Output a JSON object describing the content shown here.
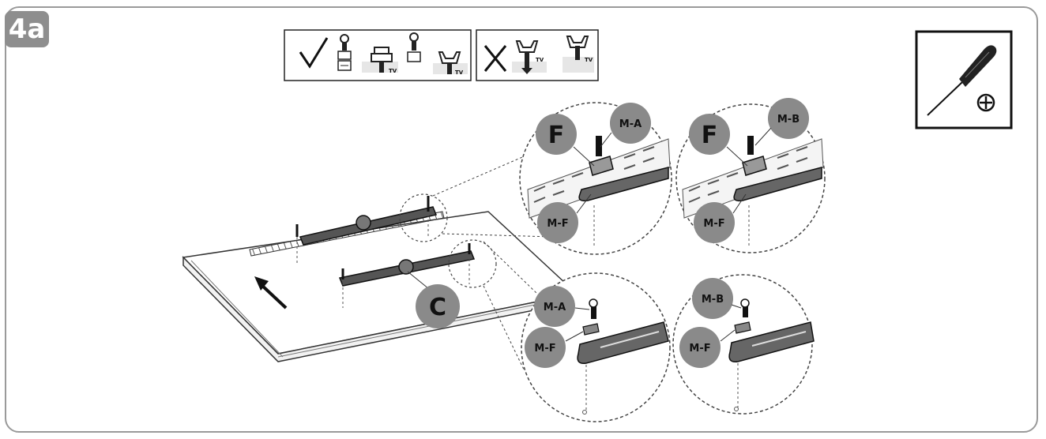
{
  "step_label": "4a",
  "legend": {
    "tv_label": "TV"
  },
  "parts": {
    "letter_f": "F",
    "letter_c": "C",
    "m_a": "M-A",
    "m_b": "M-B",
    "m_f": "M-F"
  },
  "colors": {
    "frame": "#9a9a9a",
    "badge": "#8e8e8e",
    "circle_fill": "#8a8a8a",
    "line": "#222222"
  },
  "icons": {
    "correct": "check-mark-icon",
    "incorrect": "cross-mark-icon",
    "tool": "phillips-screwdriver-icon"
  }
}
